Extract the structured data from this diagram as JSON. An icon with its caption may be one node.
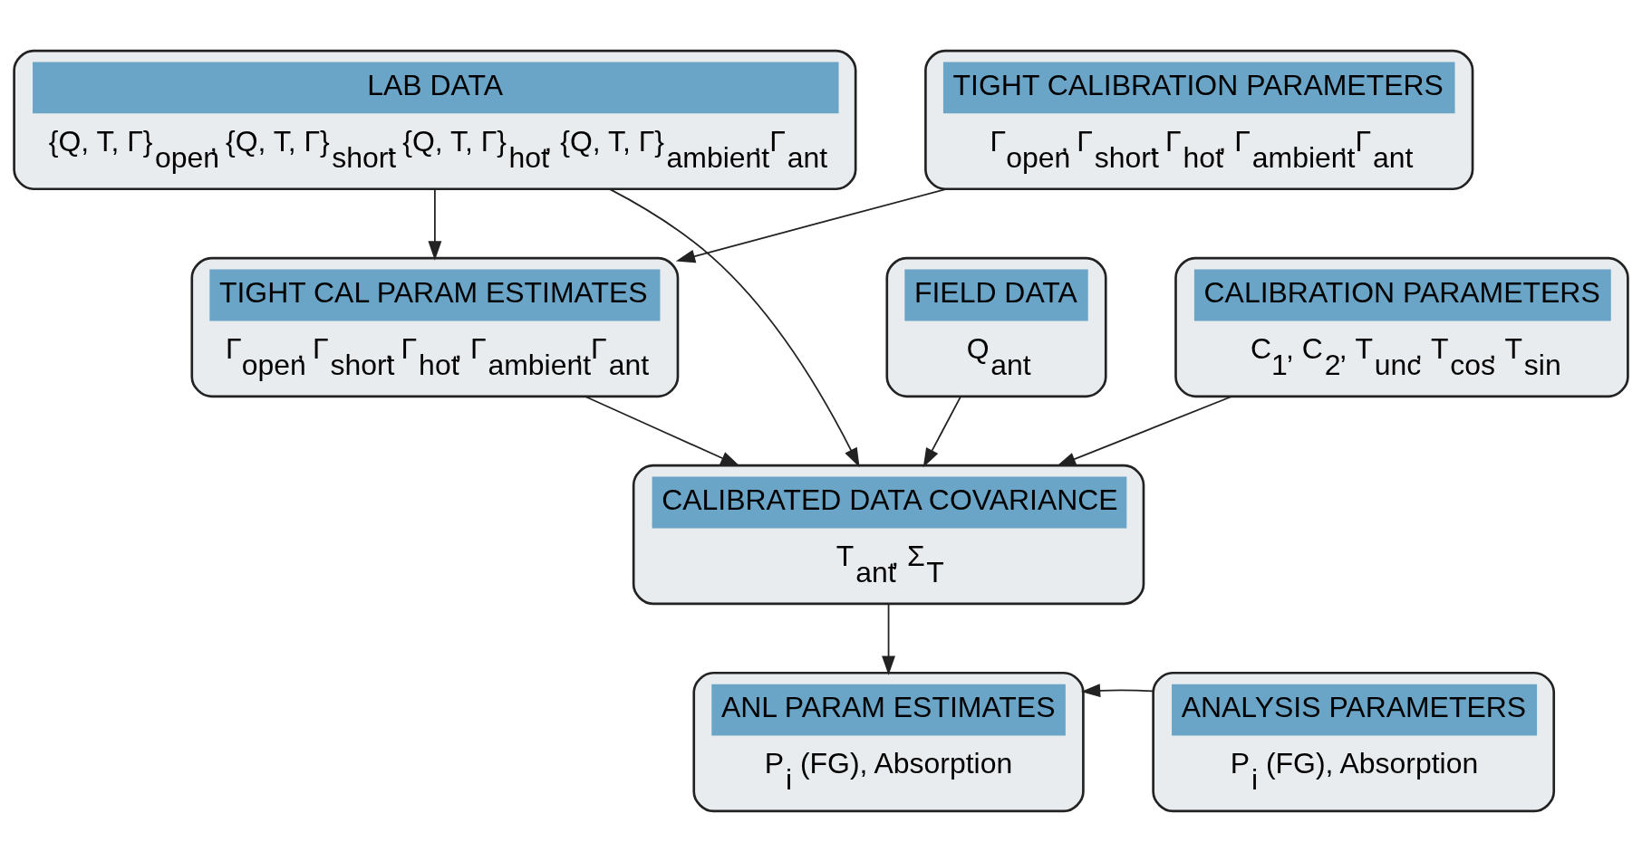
{
  "diagram": {
    "nodes": [
      {
        "text": [
          "LAB DATA",
          "{Q, T, Γ}$_{open}$, {Q, T, Γ}$_{short}$, {Q, T, Γ}$_{hot}$, {Q, T, Γ}$_{ambient}$, Γ$_{ant}$"
        ]
      },
      {
        "text": [
          "TIGHT CALIBRATION PARAMETERS",
          "Γ$_{open}$, Γ$_{short}$, Γ$_{hot}$, Γ$_{ambient}$, Γ$_{ant}$"
        ]
      },
      {
        "text": [
          "TIGHT CAL PARAM ESTIMATES",
          "Γ$_{open}$, Γ$_{short}$, Γ$_{hot}$, Γ$_{ambient}$, Γ$_{ant}$"
        ]
      },
      {
        "text": [
          "FIELD DATA",
          "Q$_{ant}$"
        ]
      },
      {
        "text": [
          "CALIBRATION PARAMETERS",
          "C$_{1}$, C$_{2}$, T$_{unc}$, T$_{cos}$, T$_{sin}$"
        ]
      },
      {
        "text": [
          "CALIBRATED DATA COVARIANCE",
          "T$_{ant}$, Σ$_{T}$"
        ]
      },
      {
        "text": [
          "ANL PARAM ESTIMATES",
          "P$_{i}$ (FG), Absorption"
        ]
      },
      {
        "text": [
          "ANALYSIS PARAMETERS",
          "P$_{i}$ (FG), Absorption"
        ]
      }
    ],
    "edges": [
      {
        "from": 0,
        "to": 2,
        "arrow": "to"
      },
      {
        "from": 1,
        "to": 2,
        "arrow": "to"
      },
      {
        "from": 0,
        "to": 5,
        "arrow": "to"
      },
      {
        "from": 2,
        "to": 5,
        "arrow": "to"
      },
      {
        "from": 3,
        "to": 5,
        "arrow": "to"
      },
      {
        "from": 4,
        "to": 5,
        "arrow": "to"
      },
      {
        "from": 5,
        "to": 6,
        "arrow": "to"
      },
      {
        "from": 7,
        "to": 6,
        "arrow": "to"
      }
    ]
  }
}
